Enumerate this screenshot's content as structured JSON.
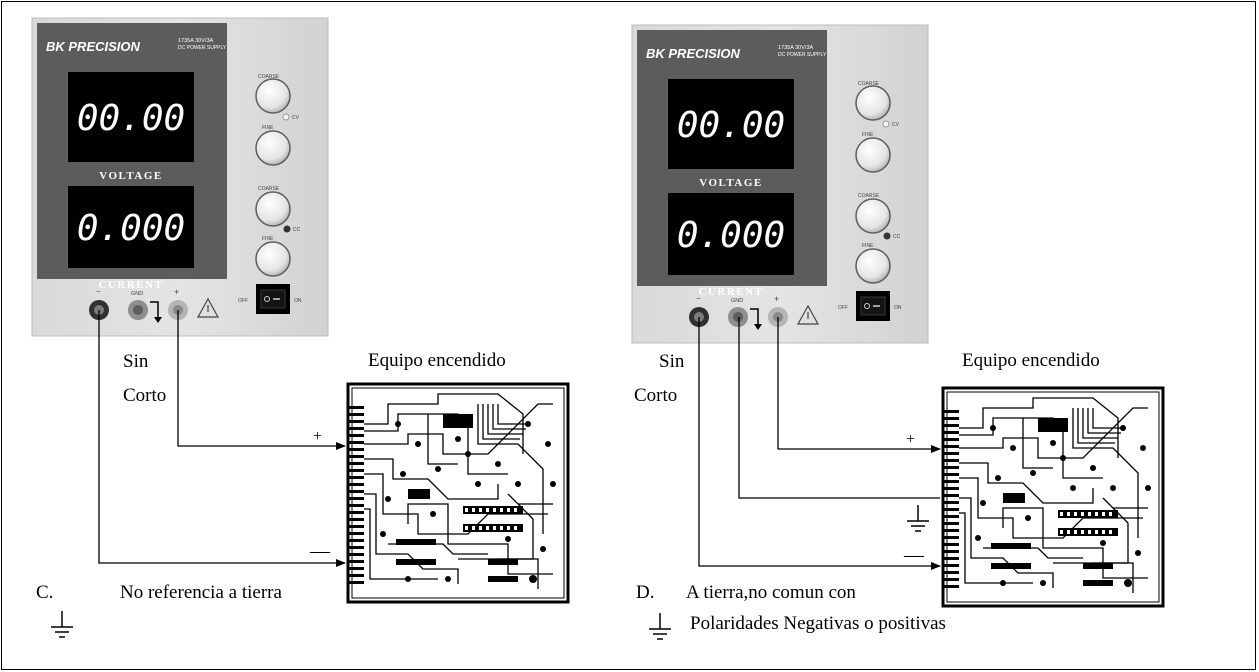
{
  "panels": [
    {
      "psu": {
        "brand": "BK PRECISION",
        "model": "1735A 30V/3A",
        "model_sub": "DC POWER SUPPLY",
        "voltage_reading": "00.00",
        "voltage_label": "VOLTAGE",
        "current_reading": "0.000",
        "current_label": "CURRENT",
        "knob_labels": [
          "COARSE",
          "FINE",
          "COARSE",
          "FINE"
        ],
        "led_labels": [
          "CV",
          "CC"
        ],
        "terminal_labels": [
          "−",
          "GND",
          "+"
        ],
        "switch_off": "OFF",
        "switch_on": "ON"
      },
      "status_line1": "Sin",
      "status_line2": "Corto",
      "board_title": "Equipo encendido",
      "plus_sign": "+",
      "minus_sign": "—",
      "letter": "C.",
      "caption_line1": "No referencia a tierra",
      "caption_line2": ""
    },
    {
      "psu": {
        "brand": "BK PRECISION",
        "model": "1735A 30V/3A",
        "model_sub": "DC POWER SUPPLY",
        "voltage_reading": "00.00",
        "voltage_label": "VOLTAGE",
        "current_reading": "0.000",
        "current_label": "CURRENT",
        "knob_labels": [
          "COARSE",
          "FINE",
          "COARSE",
          "FINE"
        ],
        "led_labels": [
          "CV",
          "CC"
        ],
        "terminal_labels": [
          "−",
          "GND",
          "+"
        ],
        "switch_off": "OFF",
        "switch_on": "ON"
      },
      "status_line1": "Sin",
      "status_line2": "Corto",
      "board_title": "Equipo encendido",
      "plus_sign": "+",
      "minus_sign": "—",
      "letter": "D.",
      "caption_line1": "A tierra,no comun con",
      "caption_line2": "Polaridades Negativas o positivas"
    }
  ]
}
